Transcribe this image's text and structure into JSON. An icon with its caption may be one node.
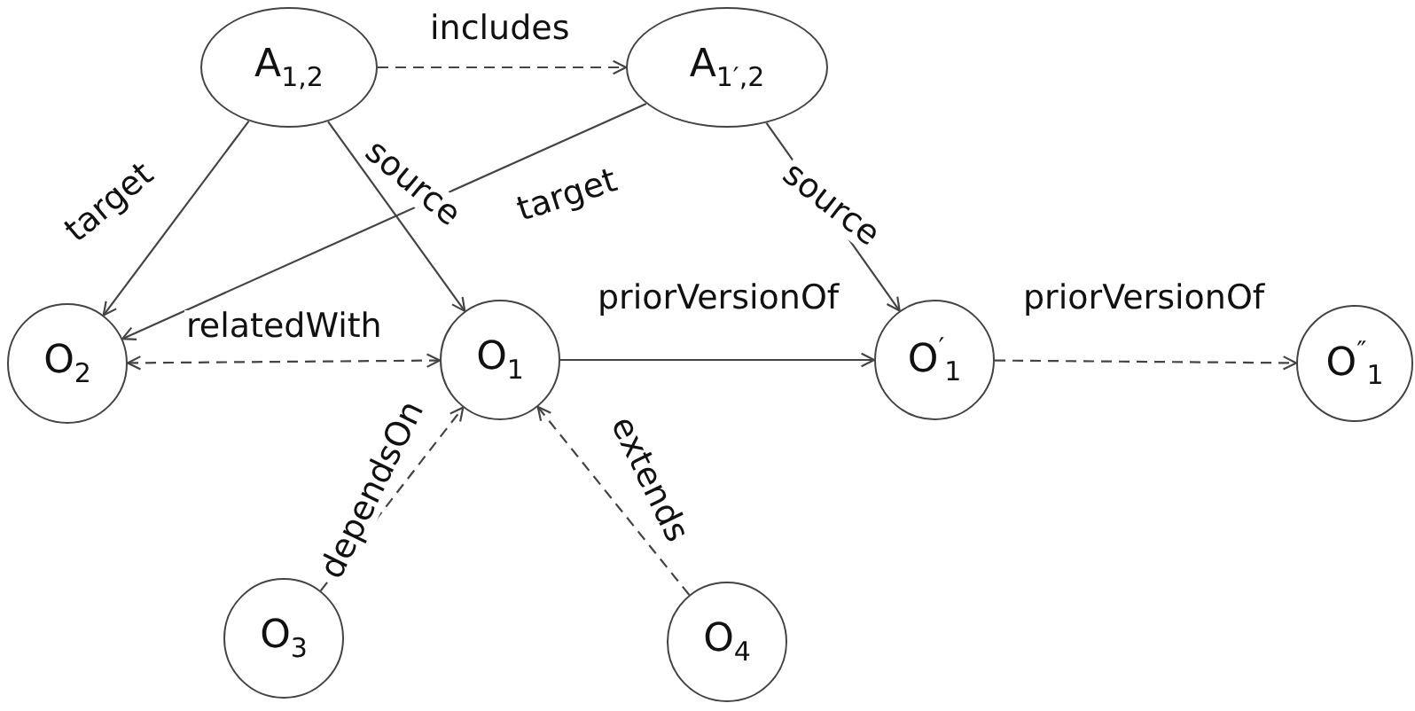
{
  "diagram": {
    "nodes": [
      {
        "text": [
          "A$_{1,2}$"
        ]
      },
      {
        "text": [
          "A$_{1′,2}$"
        ]
      },
      {
        "text": [
          "O$_{2}$"
        ]
      },
      {
        "text": [
          "O$_{1}$"
        ]
      },
      {
        "text": [
          "O$^{′}$$_{1}$"
        ]
      },
      {
        "text": [
          "O$^{″}$$_{1}$"
        ]
      },
      {
        "text": [
          "O$_{3}$"
        ]
      },
      {
        "text": [
          "O$_{4}$"
        ]
      }
    ],
    "edges": [
      {
        "from": 0,
        "to": 1,
        "label": "includes",
        "arrow": "to",
        "style": "dashed"
      },
      {
        "from": 0,
        "to": 2,
        "label": "target",
        "arrow": "to"
      },
      {
        "from": 0,
        "to": 3,
        "label": "source",
        "arrow": "to"
      },
      {
        "from": 1,
        "to": 2,
        "label": "target",
        "arrow": "to"
      },
      {
        "from": 1,
        "to": 4,
        "label": "source",
        "arrow": "to"
      },
      {
        "from": 2,
        "to": 3,
        "label": "relatedWith",
        "arrow": "both",
        "style": "dashed"
      },
      {
        "from": 3,
        "to": 4,
        "label": "priorVersionOf",
        "arrow": "to"
      },
      {
        "from": 4,
        "to": 5,
        "label": "priorVersionOf",
        "arrow": "to",
        "style": "dashed"
      },
      {
        "from": 6,
        "to": 3,
        "label": "dependsOn",
        "arrow": "to",
        "style": "dashed"
      },
      {
        "from": 7,
        "to": 3,
        "label": "extends",
        "arrow": "to",
        "style": "dashed"
      }
    ]
  }
}
